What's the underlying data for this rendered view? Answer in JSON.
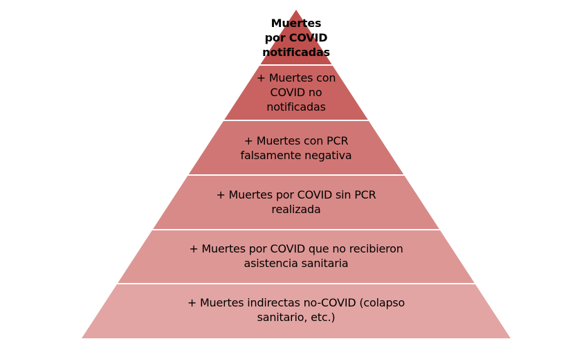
{
  "pyramid": {
    "tiers": [
      {
        "label": "Muertes\npor COVID\nnotificadas",
        "color": "#c0504d"
      },
      {
        "label": "+ Muertes con\nCOVID no\nnotificadas",
        "color": "#c96361"
      },
      {
        "label": "+ Muertes con PCR\nfalsamente negativa",
        "color": "#d07775"
      },
      {
        "label": "+ Muertes por COVID sin PCR\nrealizada",
        "color": "#d88a88"
      },
      {
        "label": "+ Muertes por COVID que no recibieron\nasistencia sanitaria",
        "color": "#dd9896"
      },
      {
        "label": "+ Muertes indirectas no-COVID (colapso\nsanitario, etc.)",
        "color": "#e2a5a3"
      }
    ]
  }
}
